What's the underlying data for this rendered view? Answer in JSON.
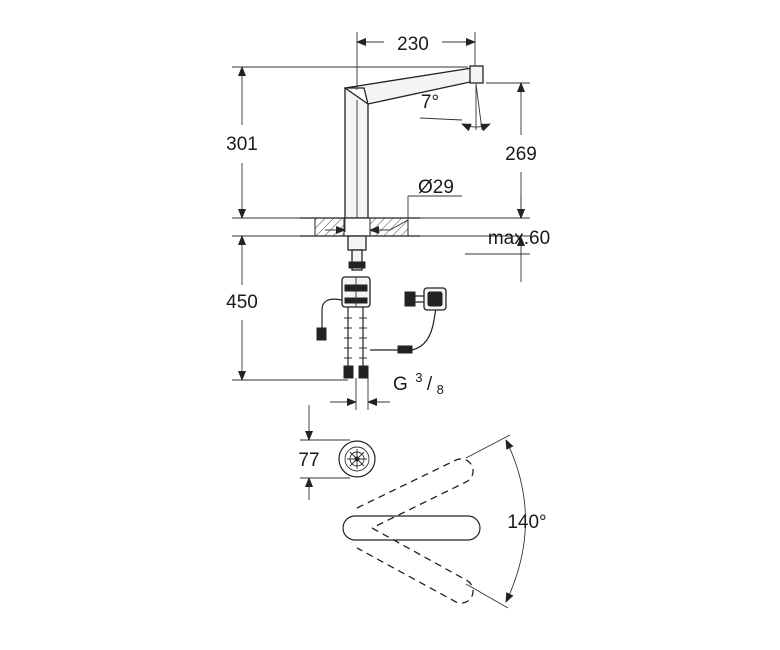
{
  "dimensions": {
    "spout_reach": "230",
    "spout_angle": "7°",
    "total_height": "301",
    "outlet_height": "269",
    "base_diameter": "Ø29",
    "max_deck_thickness": "max.60",
    "hose_length": "450",
    "connection_prefix": "G",
    "connection_num": "3",
    "connection_den": "8",
    "base_width": "77",
    "swivel_angle": "140°"
  },
  "colors": {
    "line": "#222222",
    "background": "#ffffff"
  }
}
